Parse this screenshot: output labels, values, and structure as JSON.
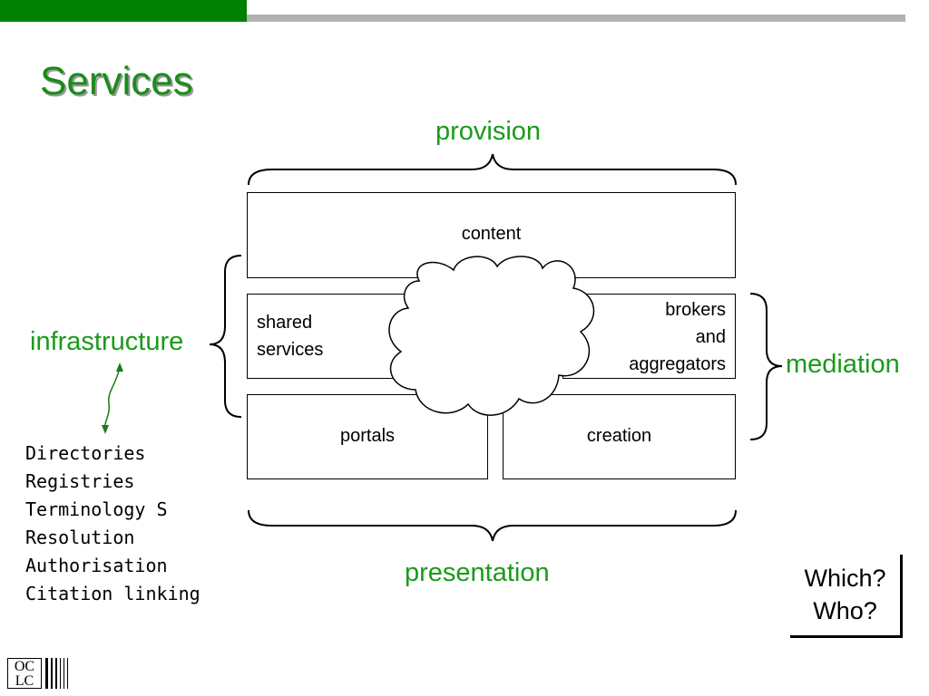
{
  "slide": {
    "title": "Services"
  },
  "diagram": {
    "labels": {
      "provision": "provision",
      "presentation": "presentation",
      "infrastructure": "infrastructure",
      "mediation": "mediation"
    },
    "boxes": {
      "content": "content",
      "shared_services_line1": "shared",
      "shared_services_line2": "services",
      "brokers_line1": "brokers",
      "brokers_line2": "and",
      "brokers_line3": "aggregators",
      "portals": "portals",
      "creation": "creation"
    }
  },
  "infrastructure_list": [
    "Directories",
    "Registries",
    "Terminology S",
    "Resolution",
    "Authorisation",
    "Citation linking"
  ],
  "callout": {
    "line1": "Which?",
    "line2": "Who?"
  },
  "logo": {
    "line1": "OC",
    "line2": "LC"
  },
  "colors": {
    "accent_green": "#008000",
    "label_green": "#1a9a1a",
    "header_grey": "#b2b2b2"
  }
}
